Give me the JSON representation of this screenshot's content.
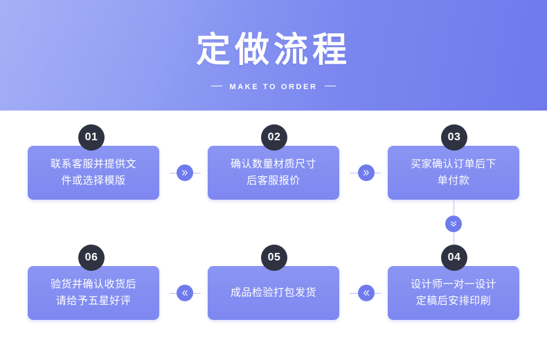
{
  "banner": {
    "title": "定做流程",
    "subtitle": "MAKE TO ORDER"
  },
  "colors": {
    "banner_gradient_start": "#9aa6f5",
    "banner_gradient_end": "#6f7aec",
    "card": "#7d87f0",
    "badge": "#2f3240",
    "arrow": "#6f7aec",
    "connector": "#b9c0f6",
    "text": "#ffffff"
  },
  "steps": [
    {
      "number": "01",
      "text": "联系客服并提供文\n件或选择模版"
    },
    {
      "number": "02",
      "text": "确认数量材质尺寸\n后客服报价"
    },
    {
      "number": "03",
      "text": "买家确认订单后下\n单付款"
    },
    {
      "number": "04",
      "text": "设计师一对一设计\n定稿后安排印刷"
    },
    {
      "number": "05",
      "text": "成品检验打包发货"
    },
    {
      "number": "06",
      "text": "验货并确认收货后\n请给予五星好评"
    }
  ],
  "arrows": [
    {
      "name": "arrow-step1-to-step2",
      "direction": "right",
      "glyph": "»"
    },
    {
      "name": "arrow-step2-to-step3",
      "direction": "right",
      "glyph": "»"
    },
    {
      "name": "arrow-step3-to-step4",
      "direction": "down",
      "glyph": "»"
    },
    {
      "name": "arrow-step4-to-step5",
      "direction": "left",
      "glyph": "«"
    },
    {
      "name": "arrow-step5-to-step6",
      "direction": "left",
      "glyph": "«"
    }
  ]
}
